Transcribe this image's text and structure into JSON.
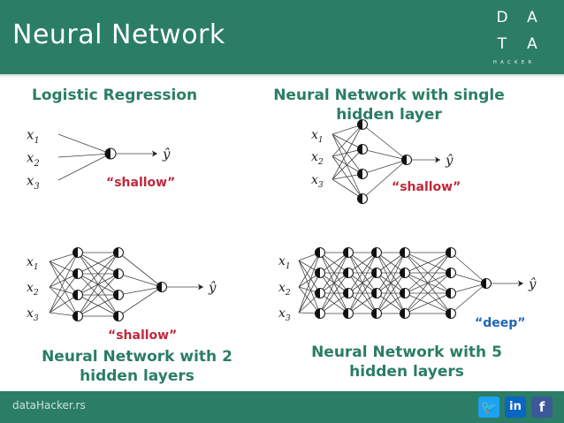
{
  "header": {
    "title": "Neural Network",
    "logo": {
      "letters": [
        "D",
        "A",
        "T",
        "A"
      ],
      "sub": "HACKER"
    }
  },
  "panels": {
    "logistic": {
      "title": "Logistic Regression",
      "tag": "“shallow”"
    },
    "single": {
      "title_line1": "Neural Network with single",
      "title_line2": "hidden layer",
      "tag": "“shallow”"
    },
    "two": {
      "title_line1": "Neural Network with 2",
      "title_line2": "hidden layers",
      "tag": "“shallow”"
    },
    "five": {
      "title_line1": "Neural Network with 5",
      "title_line2": "hidden layers",
      "tag": "“deep”"
    }
  },
  "labels": {
    "x1": "x1",
    "x2": "x2",
    "x3": "x3",
    "yhat": "ŷ"
  },
  "footer": {
    "brand": "dataHacker.rs"
  },
  "social": [
    "twitter-icon",
    "linkedin-icon",
    "facebook-icon"
  ],
  "colors": {
    "accent": "#2b7d66",
    "shallow": "#c0283c",
    "deep": "#1e66b4",
    "twitter": "#1da1f2",
    "linkedin": "#0a66c2",
    "facebook": "#3b5998"
  }
}
